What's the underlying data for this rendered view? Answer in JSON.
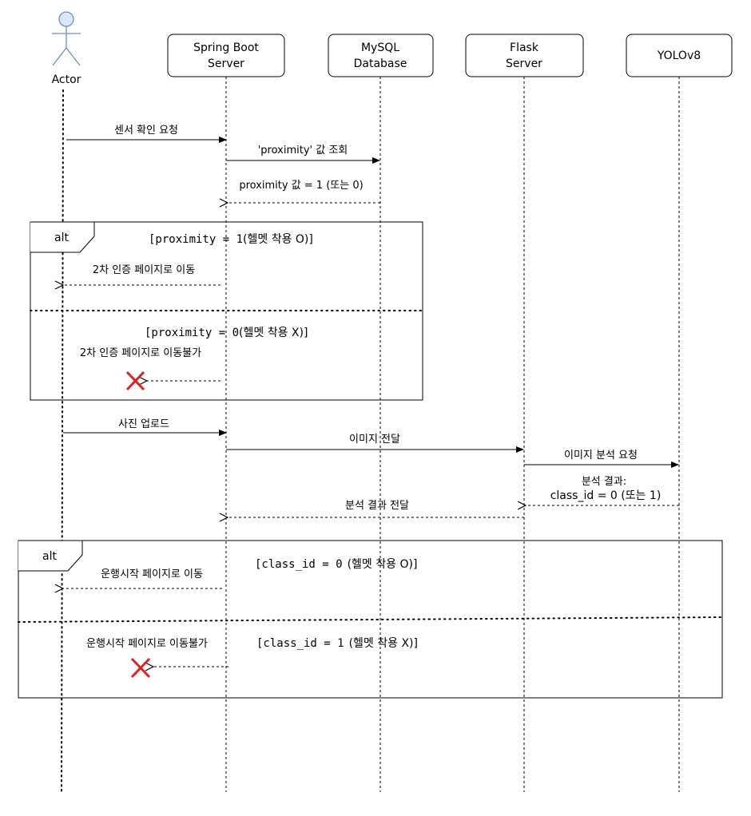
{
  "actor": {
    "label": "Actor"
  },
  "participants": {
    "spring": {
      "line1": "Spring Boot",
      "line2": "Server"
    },
    "mysql": {
      "line1": "MySQL",
      "line2": "Database"
    },
    "flask": {
      "line1": "Flask",
      "line2": "Server"
    },
    "yolo": {
      "line1": "YOLOv8"
    }
  },
  "messages": {
    "m1": "센서 확인 요청",
    "m2": "'proximity' 값 조회",
    "m3": "proximity 값 = 1 (또는 0)",
    "m4": "2차 인증 페이지로 이동",
    "m5": "2차 인증 페이지로 이동불가",
    "m6": "사진 업로드",
    "m7": "이미지 전달",
    "m8": "이미지 분석 요청",
    "m9_line1": "분석 결과:",
    "m9_line2": "class_id = 0 (또는 1)",
    "m10": "분석 결과 전달",
    "m11": "운행시작 페이지로 이동",
    "m12": "운행시작 페이지로 이동불가"
  },
  "fragments": {
    "alt1": {
      "tag": "alt",
      "guard1_code": "[proximity = 1",
      "guard1_text": "(헬멧 착용 O)]",
      "guard2_code": "[proximity = 0",
      "guard2_text": "(헬멧 착용 X)]"
    },
    "alt2": {
      "tag": "alt",
      "guard1_code": "[class_id = 0",
      "guard1_text": "(헬멧 착용 O)]",
      "guard2_code": "[class_id = 1",
      "guard2_text": "(헬멧 착용 X)]"
    }
  },
  "colors": {
    "stroke": "#000000",
    "destroy": "#e02020",
    "box_border": "#000000"
  }
}
